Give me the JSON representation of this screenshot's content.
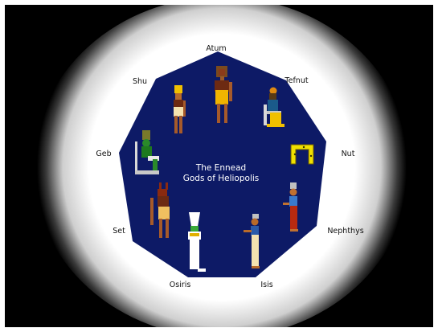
{
  "diagram": {
    "title_line1": "The Ennead",
    "title_line2": "Gods of Heliopolis",
    "gods": [
      {
        "name": "Atum"
      },
      {
        "name": "Tefnut"
      },
      {
        "name": "Nut"
      },
      {
        "name": "Nephthys"
      },
      {
        "name": "Isis"
      },
      {
        "name": "Osiris"
      },
      {
        "name": "Set"
      },
      {
        "name": "Geb"
      },
      {
        "name": "Shu"
      }
    ]
  },
  "colors": {
    "frame": "#000000",
    "polygon_fill": "#0d1a66",
    "glow": "#ffffff",
    "label_text": "#111111",
    "center_text": "#ffffff"
  }
}
